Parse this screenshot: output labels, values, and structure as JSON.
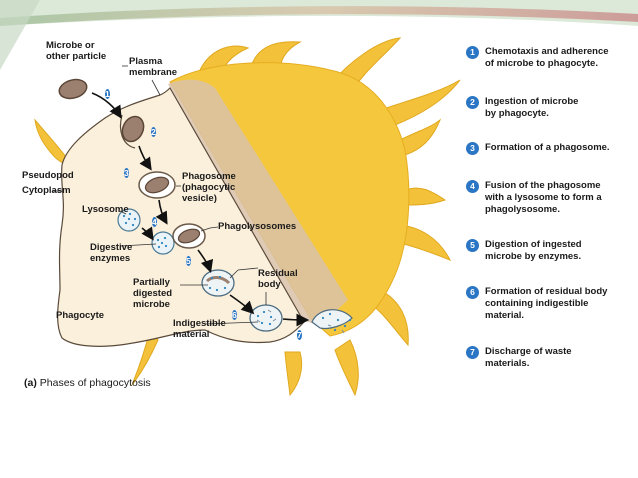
{
  "labels": {
    "microbe": "Microbe or\nother particle",
    "plasma_membrane": "Plasma\nmembrane",
    "pseudopod": "Pseudopod",
    "cytoplasm": "Cytoplasm",
    "lysosome": "Lysosome",
    "digestive_enzymes": "Digestive\nenzymes",
    "phagosome": "Phagosome\n(phagocytic\nvesicle)",
    "phagolysosomes": "Phagolysosomes",
    "partially_digested": "Partially\ndigested\nmicrobe",
    "residual_body": "Residual\nbody",
    "phagocyte": "Phagocyte",
    "indigestible": "Indigestible\nmaterial"
  },
  "markers": [
    "1",
    "2",
    "3",
    "4",
    "5",
    "6",
    "7"
  ],
  "steps": [
    {
      "num": "1",
      "text": "Chemotaxis and adherence\nof microbe to phagocyte."
    },
    {
      "num": "2",
      "text": "Ingestion of microbe\nby phagocyte."
    },
    {
      "num": "3",
      "text": "Formation of a phagosome."
    },
    {
      "num": "4",
      "text": "Fusion of the phagosome\nwith a lysosome to form a\nphagolysosome."
    },
    {
      "num": "5",
      "text": "Digestion of ingested\nmicrobe by enzymes."
    },
    {
      "num": "6",
      "text": "Formation of residual body\ncontaining indigestible\nmaterial."
    },
    {
      "num": "7",
      "text": "Discharge of waste\nmaterials."
    }
  ],
  "caption_letter": "(a)",
  "caption_text": "Phases of phagocytosis",
  "colors": {
    "cell": "#f5c73d",
    "cytoplasm": "#fbf0dc",
    "badge": "#2a75c4",
    "banner": "#c9dbc2"
  }
}
